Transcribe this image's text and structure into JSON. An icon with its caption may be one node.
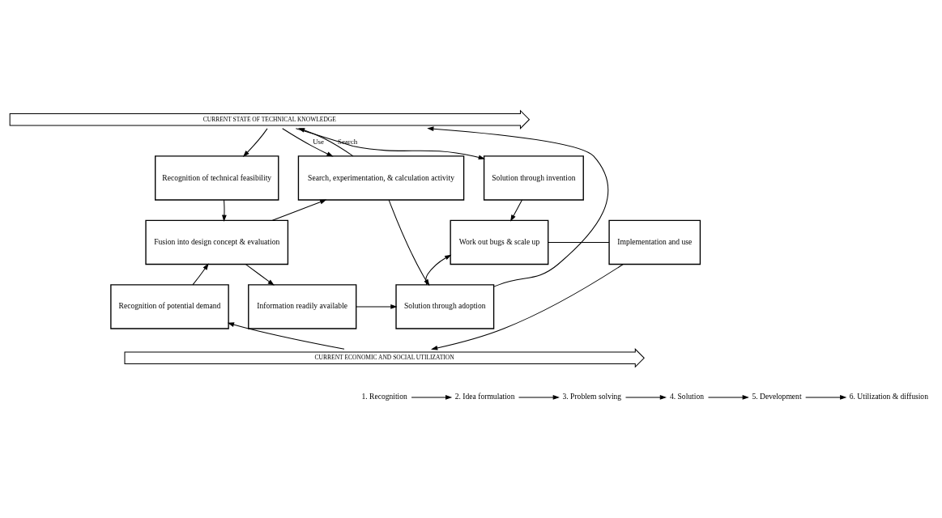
{
  "diagram": {
    "nodes": [
      {
        "text": [
          "CURRENT STATE OF TECHNICAL KNOWLEDGE"
        ]
      },
      {
        "text": [
          "Recognition of technical feasibility"
        ]
      },
      {
        "text": [
          "Fusion into design concept & evaluation"
        ]
      },
      {
        "text": [
          "Search, experimentation, & calculation activity"
        ]
      },
      {
        "text": [
          "Solution through invention"
        ]
      },
      {
        "text": [
          "Work out bugs & scale up"
        ]
      },
      {
        "text": [
          "Implementation and use"
        ]
      },
      {
        "text": [
          "Recognition of potential demand"
        ]
      },
      {
        "text": [
          "Information readily available"
        ]
      },
      {
        "text": [
          "Solution through adoption"
        ]
      },
      {
        "text": [
          "CURRENT ECONOMIC AND SOCIAL UTILIZATION"
        ]
      },
      {
        "text": [
          "1. Recognition"
        ]
      },
      {
        "text": [
          "2. Idea formulation"
        ]
      },
      {
        "text": [
          "3. Problem solving"
        ]
      },
      {
        "text": [
          "4. Solution"
        ]
      },
      {
        "text": [
          "5. Development"
        ]
      },
      {
        "text": [
          "6. Utilization & diffusion"
        ]
      }
    ],
    "edges": [
      {
        "from": 0,
        "to": 1,
        "arrow": "to"
      },
      {
        "from": 1,
        "to": 2,
        "arrow": "to"
      },
      {
        "from": 7,
        "to": 2,
        "arrow": "to"
      },
      {
        "from": 2,
        "to": 3,
        "arrow": "to"
      },
      {
        "from": 3,
        "to": 0,
        "arrow": "to",
        "label": "Search"
      },
      {
        "from": 0,
        "to": 3,
        "arrow": "to",
        "label": "Use"
      },
      {
        "from": 2,
        "to": 8,
        "arrow": "to"
      },
      {
        "from": 3,
        "to": 9,
        "arrow": "to"
      },
      {
        "from": 8,
        "to": 9,
        "arrow": "to"
      },
      {
        "from": 9,
        "to": 0,
        "arrow": "to"
      },
      {
        "from": 0,
        "to": 4,
        "arrow": "to"
      },
      {
        "from": 4,
        "to": 5,
        "arrow": "to"
      },
      {
        "from": 9,
        "to": 5,
        "arrow": "to"
      },
      {
        "from": 5,
        "to": 6,
        "arrow": "none"
      },
      {
        "from": 6,
        "to": 10,
        "arrow": "to"
      },
      {
        "from": 10,
        "to": 7,
        "arrow": "to"
      },
      {
        "from": 11,
        "to": 12,
        "arrow": "to"
      },
      {
        "from": 12,
        "to": 13,
        "arrow": "to"
      },
      {
        "from": 13,
        "to": 14,
        "arrow": "to"
      },
      {
        "from": 14,
        "to": 15,
        "arrow": "to"
      },
      {
        "from": 15,
        "to": 16,
        "arrow": "to"
      }
    ]
  }
}
